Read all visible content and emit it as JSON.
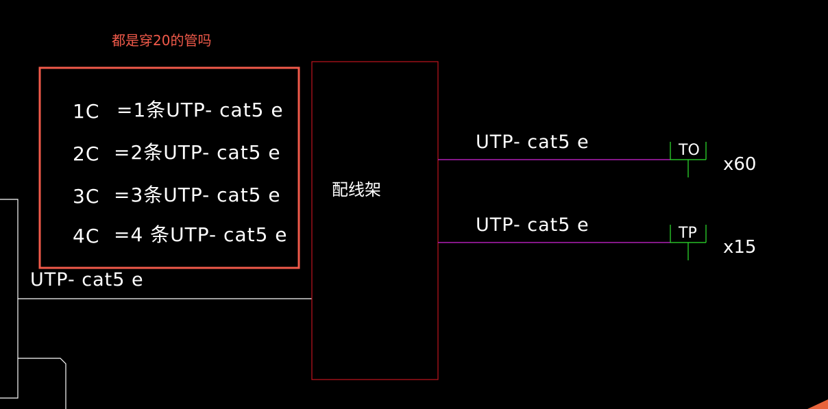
{
  "annotation": "都是穿20的管吗",
  "legend": [
    {
      "code": "1C",
      "equals": "=1条UTP- cat5 e"
    },
    {
      "code": "2C",
      "equals": "=2条UTP- cat5 e"
    },
    {
      "code": "3C",
      "equals": "=3条UTP- cat5 e"
    },
    {
      "code": "4C",
      "equals": "=4 条UTP- cat5 e"
    }
  ],
  "patch_panel": {
    "label": "配线架"
  },
  "incoming_cable": {
    "label": "UTP- cat5 e"
  },
  "outputs": [
    {
      "cable_label": "UTP- cat5 e",
      "outlet": "TO",
      "count": "x60"
    },
    {
      "cable_label": "UTP- cat5 e",
      "outlet": "TP",
      "count": "x15"
    }
  ],
  "colors": {
    "background": "#000000",
    "annotation": "#f15a4a",
    "panel_border": "#c0141e",
    "output_line": "#b01fb5",
    "outlet_symbol": "#2ee62e",
    "drawing_line": "#ffffff"
  }
}
